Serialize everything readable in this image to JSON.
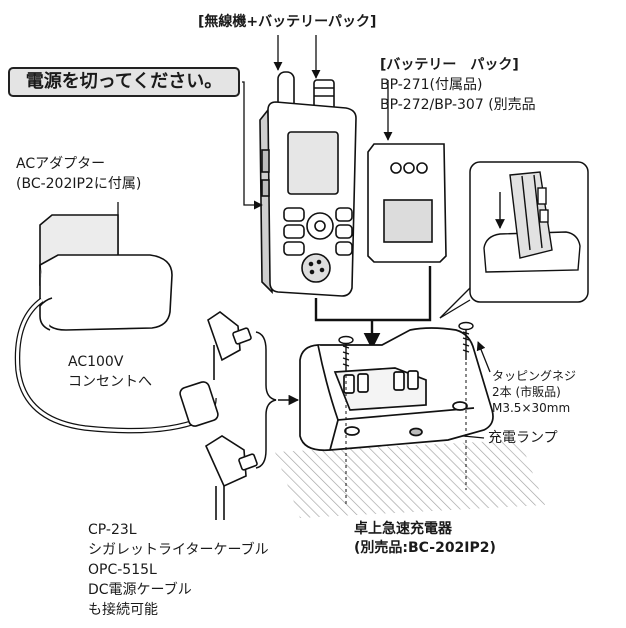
{
  "labels": {
    "radio_battery_title": "[無線機+バッテリーパック]",
    "power_off_warning": "電源を切ってください。",
    "battery_pack": {
      "title": "[バッテリー　パック]",
      "line1": "BP-271(付属品)",
      "line2": "BP-272/BP-307 (別売品"
    },
    "ac_adapter": {
      "line1": "ACアダプター",
      "line2": "(BC-202IP2に付属)"
    },
    "outlet": {
      "line1": "AC100V",
      "line2": "コンセントへ"
    },
    "screws": {
      "line1": "タッピングネジ",
      "line2": "2本 (市販品)",
      "line3": "M3.5×30mm"
    },
    "charge_lamp": "充電ランプ",
    "desktop_charger": {
      "line1": "卓上急速充電器",
      "line2": "(別売品:BC-202IP2)"
    },
    "optional_cables": {
      "line1": "CP-23L",
      "line2": "シガレットライターケーブル",
      "line3": "OPC-515L",
      "line4": "DC電源ケーブル",
      "line5": "も接続可能"
    }
  }
}
